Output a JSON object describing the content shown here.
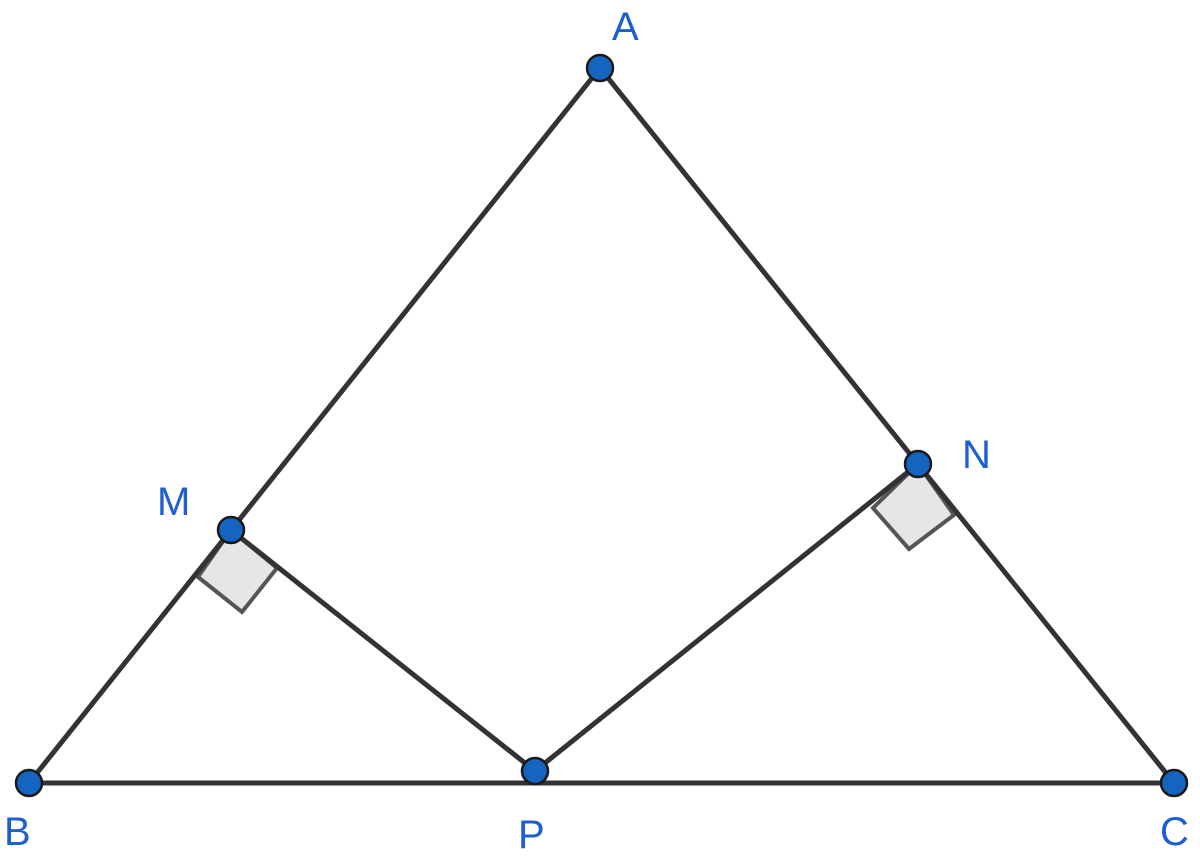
{
  "points": {
    "A": {
      "label": "A",
      "color": "#1565c0"
    },
    "B": {
      "label": "B",
      "color": "#1565c0"
    },
    "C": {
      "label": "C",
      "color": "#1565c0"
    },
    "M": {
      "label": "M",
      "color": "#1565c0"
    },
    "N": {
      "label": "N",
      "color": "#1565c0"
    },
    "P": {
      "label": "P",
      "color": "#1565c0"
    }
  },
  "segments": [
    "AB",
    "AC",
    "BC",
    "MP",
    "NP"
  ],
  "right_angles": [
    "PMB",
    "PNC"
  ],
  "colors": {
    "line": "#333333",
    "point_fill": "#1565c0",
    "label": "#1c5fd0",
    "right_angle_fill": "#e6e6e6"
  }
}
